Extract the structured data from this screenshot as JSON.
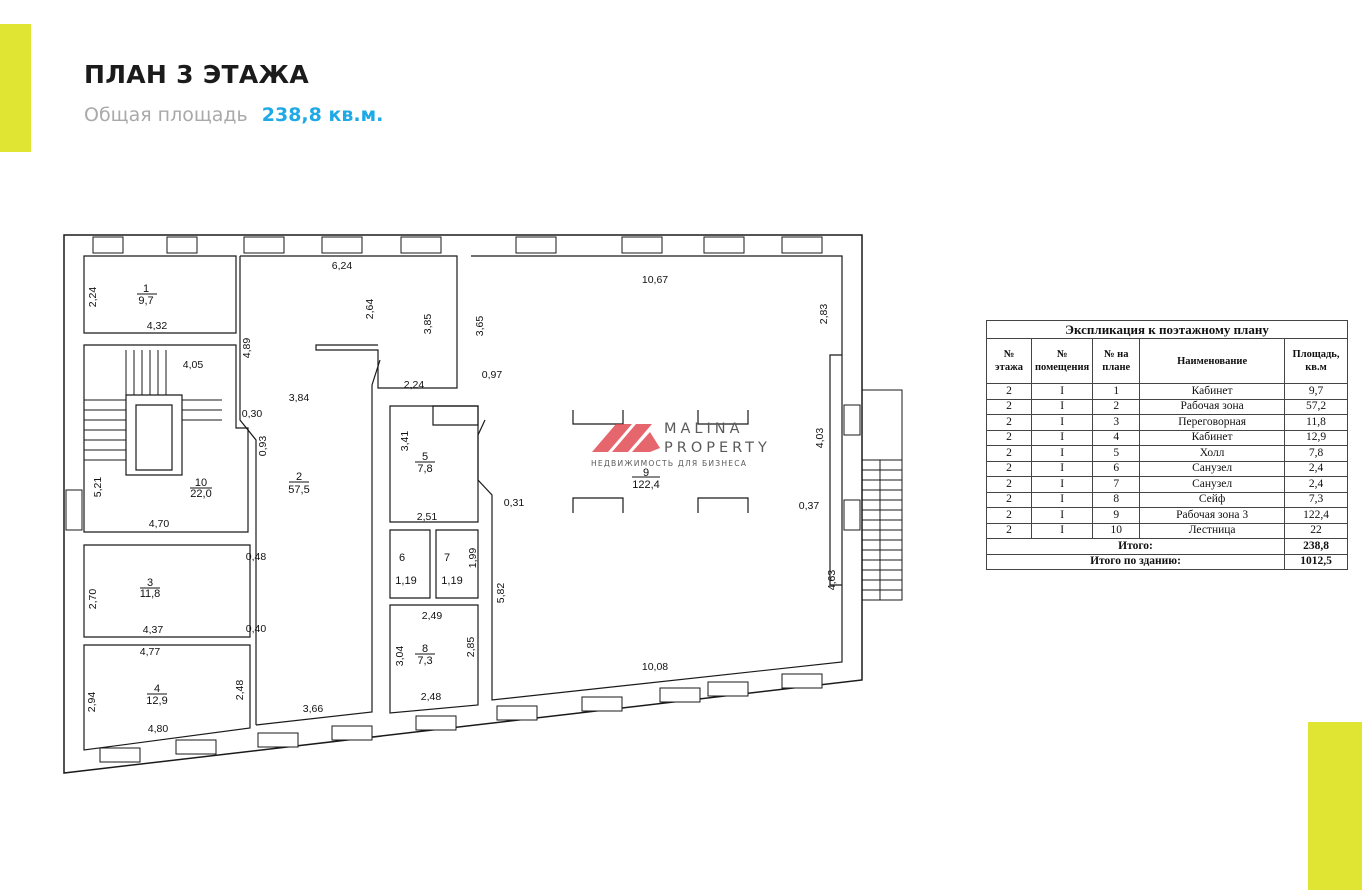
{
  "header": {
    "title": "ПЛАН 3 ЭТАЖА",
    "area_label": "Общая площадь",
    "area_value": "238,8 кв.м."
  },
  "colors": {
    "accent": "#dfe532",
    "area_value": "#1fa9e6",
    "watermark_red": "#e0404a"
  },
  "watermark": {
    "brand_line1": "MALINA",
    "brand_line2": "PROPERTY",
    "tagline": "НЕДВИЖИМОСТЬ ДЛЯ БИЗНЕСА"
  },
  "rooms": [
    {
      "number": "1",
      "area": "9,7"
    },
    {
      "number": "2",
      "area": "57,5"
    },
    {
      "number": "3",
      "area": "11,8"
    },
    {
      "number": "4",
      "area": "12,9"
    },
    {
      "number": "5",
      "area": "7,8"
    },
    {
      "number": "6",
      "area": "1,19"
    },
    {
      "number": "7",
      "area": "1,19"
    },
    {
      "number": "8",
      "area": "7,3"
    },
    {
      "number": "9",
      "area": "122,4"
    },
    {
      "number": "10",
      "area": "22,0"
    }
  ],
  "dimensions": [
    "6,24",
    "10,67",
    "2,24",
    "4,32",
    "4,05",
    "2,64",
    "3,85",
    "3,65",
    "2,83",
    "4,89",
    "0,97",
    "0,30",
    "3,84",
    "2,24",
    "0,93",
    "3,41",
    "4,03",
    "5,21",
    "2,51",
    "0,31",
    "0,37",
    "4,70",
    "0,48",
    "1,99",
    "2,70",
    "4,37",
    "5,82",
    "2,49",
    "4,63",
    "4,77",
    "0,40",
    "3,04",
    "2,85",
    "2,94",
    "2,48",
    "10,08",
    "4,80",
    "3,66",
    "2,48"
  ],
  "explication": {
    "caption": "Экспликация к поэтажному плану",
    "headers": [
      "№ этажа",
      "№ помещения",
      "№ на плане",
      "Наименование",
      "Площадь, кв.м"
    ],
    "rows": [
      [
        "2",
        "I",
        "1",
        "Кабинет",
        "9,7"
      ],
      [
        "2",
        "I",
        "2",
        "Рабочая зона",
        "57,2"
      ],
      [
        "2",
        "I",
        "3",
        "Переговорная",
        "11,8"
      ],
      [
        "2",
        "I",
        "4",
        "Кабинет",
        "12,9"
      ],
      [
        "2",
        "I",
        "5",
        "Холл",
        "7,8"
      ],
      [
        "2",
        "I",
        "6",
        "Санузел",
        "2,4"
      ],
      [
        "2",
        "I",
        "7",
        "Санузел",
        "2,4"
      ],
      [
        "2",
        "I",
        "8",
        "Сейф",
        "7,3"
      ],
      [
        "2",
        "I",
        "9",
        "Рабочая зона 3",
        "122,4"
      ],
      [
        "2",
        "I",
        "10",
        "Лестница",
        "22"
      ]
    ],
    "total_label": "Итого:",
    "total_value": "238,8",
    "building_total_label": "Итого по зданию:",
    "building_total_value": "1012,5"
  }
}
